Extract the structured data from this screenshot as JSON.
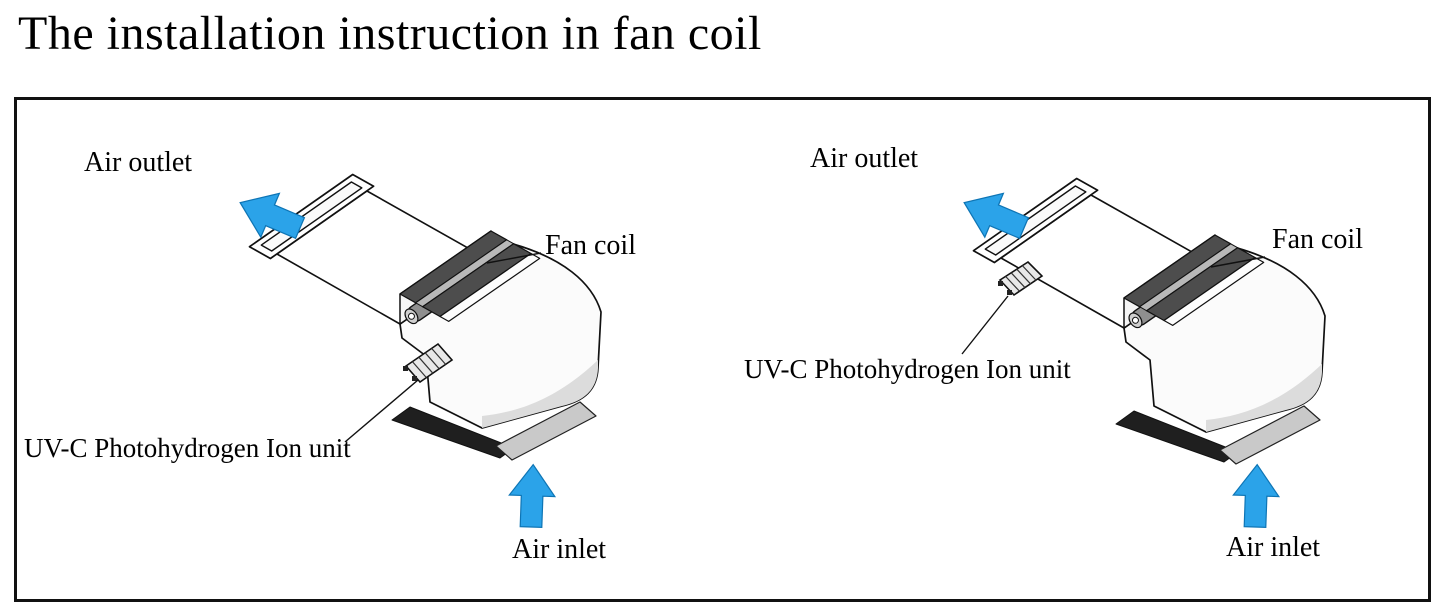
{
  "title": "The installation instruction in fan coil",
  "colors": {
    "arrow": "#2BA3E9",
    "coil_band_dark": "#4d4d4d",
    "coil_band_light": "#b8b8b8",
    "outline": "#111111"
  },
  "diagrams": [
    {
      "id": "left",
      "labels": {
        "air_outlet": "Air outlet",
        "fan_coil": "Fan coil",
        "uv_unit": "UV-C Photohydrogen Ion unit",
        "air_inlet": "Air inlet"
      }
    },
    {
      "id": "right",
      "labels": {
        "air_outlet": "Air outlet",
        "fan_coil": "Fan coil",
        "uv_unit": "UV-C Photohydrogen Ion unit",
        "air_inlet": "Air inlet"
      }
    }
  ]
}
